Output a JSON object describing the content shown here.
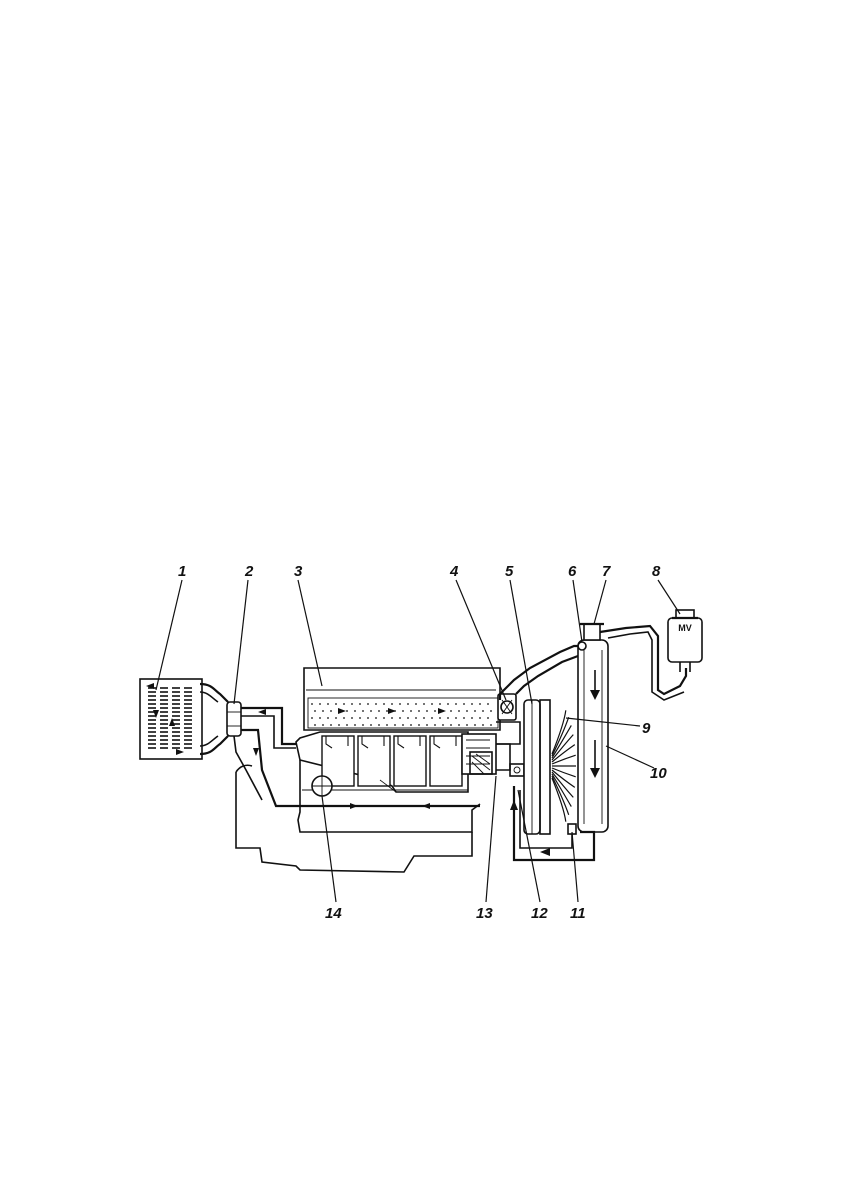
{
  "callouts": [
    {
      "id": "1",
      "label": "1"
    },
    {
      "id": "2",
      "label": "2"
    },
    {
      "id": "3",
      "label": "3"
    },
    {
      "id": "4",
      "label": "4"
    },
    {
      "id": "5",
      "label": "5"
    },
    {
      "id": "6",
      "label": "6"
    },
    {
      "id": "7",
      "label": "7"
    },
    {
      "id": "8",
      "label": "8"
    },
    {
      "id": "9",
      "label": "9"
    },
    {
      "id": "10",
      "label": "10"
    },
    {
      "id": "11",
      "label": "11"
    },
    {
      "id": "12",
      "label": "12"
    },
    {
      "id": "13",
      "label": "13"
    },
    {
      "id": "14",
      "label": "14"
    }
  ],
  "expansion_tank_marking": "MV",
  "colors": {
    "line": "#111111",
    "background": "#ffffff",
    "coolant": "#111111"
  },
  "icons": {
    "flow_arrow": "arrow-icon",
    "fan": "fan-icon",
    "filler_cap": "cap-icon"
  }
}
